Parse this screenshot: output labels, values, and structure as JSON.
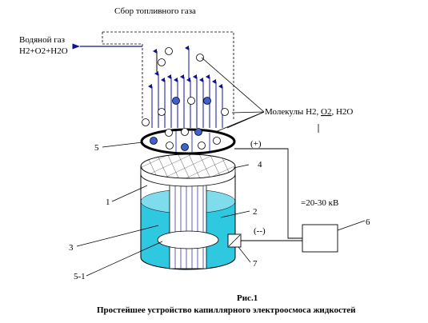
{
  "diagram": {
    "labels": {
      "gas_collector": "Сбор топливного газа",
      "water_gas": "Водяной газ",
      "gas_formula": "H2+O2+H2O",
      "molecules_prefix": "Молекулы  H2, ",
      "molecules_o2": "O2",
      "molecules_suffix": ", H2O",
      "voltage": "=20-30  кВ",
      "plus": "(+)",
      "minus": "(--)"
    },
    "numbers": {
      "n1": "1",
      "n2": "2",
      "n3": "3",
      "n4": "4",
      "n5": "5",
      "n5_1": "5-1",
      "n6": "6",
      "n7": "7"
    },
    "caption": {
      "figure": "Рис.1",
      "title": "Простейшее устройство капиллярного электроосмоса жидкостей"
    },
    "colors": {
      "water": "#2ec9e0",
      "arrow": "#1010a0",
      "molecule_fill": "#4060d0",
      "rod_line": "#3a3aa0"
    }
  }
}
